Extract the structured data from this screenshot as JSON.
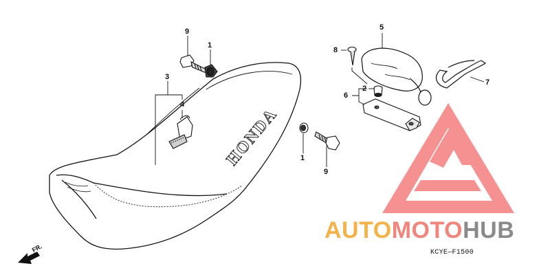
{
  "diagram": {
    "callouts": [
      "1",
      "1",
      "2",
      "3",
      "4",
      "5",
      "6",
      "7",
      "8",
      "9",
      "9"
    ],
    "seat_brand_text": "HONDA",
    "front_marker": "FR.",
    "drawing_code": "KCYE—F1500"
  },
  "watermark": {
    "part1": "AUTO",
    "part2": "MOTO",
    "part3": "HUB",
    "colors": {
      "auto": "#f3b34a",
      "moto": "#f0857b",
      "hub": "#8a8a8a",
      "logo": "#f26d6d"
    }
  }
}
